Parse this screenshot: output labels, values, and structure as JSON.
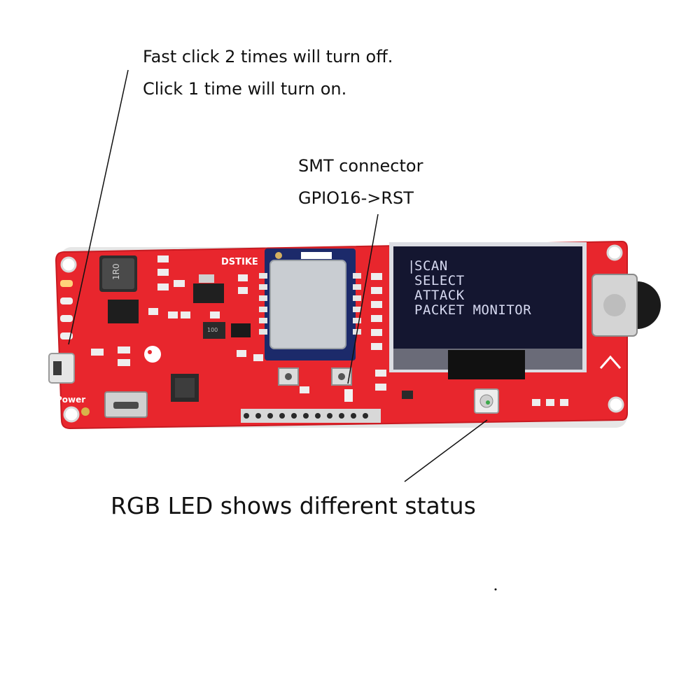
{
  "annotations": {
    "power_line1": "Fast click 2 times will turn off.",
    "power_line2": "Click 1 time will turn on.",
    "smt_line1": "SMT connector",
    "smt_line2": "GPIO16->RST",
    "rgb_label": "RGB LED shows different status"
  },
  "board": {
    "brand": "DSTIKE",
    "power_label": "Power",
    "inductor_label": "1R0",
    "capacitor_label": "100",
    "colors": {
      "pcb": "#e8262d",
      "pcb_dark": "#c81b22",
      "oled_bg": "#141630",
      "module": "#c9cdd2"
    }
  },
  "oled": {
    "cursor": "|",
    "menu": [
      "SCAN",
      "SELECT",
      "ATTACK",
      "PACKET MONITOR"
    ]
  }
}
